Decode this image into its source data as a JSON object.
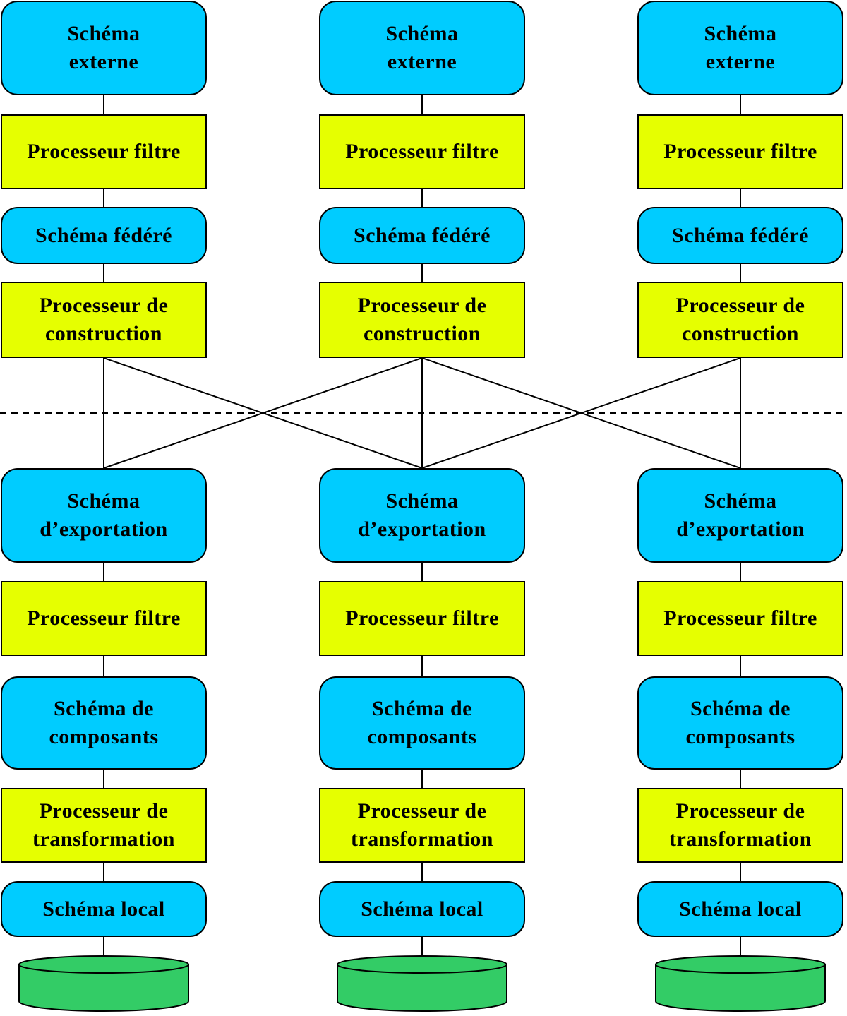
{
  "colors": {
    "schema_fill": "#00ccff",
    "processor_fill": "#e6ff00",
    "database_fill": "#33cc66",
    "line": "#000000"
  },
  "columns": [
    {
      "id": "left",
      "external_schema": "Schéma\nexterne",
      "filter_processor_top": "Processeur filtre",
      "federated_schema": "Schéma fédéré",
      "construction_processor": "Processeur de\nconstruction",
      "export_schema": "Schéma\nd’exportation",
      "filter_processor_bottom": "Processeur filtre",
      "component_schema": "Schéma de\ncomposants",
      "transformation_processor": "Processeur de\ntransformation",
      "local_schema": "Schéma local",
      "database_icon": "database-cylinder-icon"
    },
    {
      "id": "center",
      "external_schema": "Schéma\nexterne",
      "filter_processor_top": "Processeur filtre",
      "federated_schema": "Schéma fédéré",
      "construction_processor": "Processeur de\nconstruction",
      "export_schema": "Schéma\nd’exportation",
      "filter_processor_bottom": "Processeur filtre",
      "component_schema": "Schéma de\ncomposants",
      "transformation_processor": "Processeur de\ntransformation",
      "local_schema": "Schéma local",
      "database_icon": "database-cylinder-icon"
    },
    {
      "id": "right",
      "external_schema": "Schéma\nexterne",
      "filter_processor_top": "Processeur filtre",
      "federated_schema": "Schéma fédéré",
      "construction_processor": "Processeur de\nconstruction",
      "export_schema": "Schéma\nd’exportation",
      "filter_processor_bottom": "Processeur filtre",
      "component_schema": "Schéma de\ncomposants",
      "transformation_processor": "Processeur de\ntransformation",
      "local_schema": "Schéma local",
      "database_icon": "database-cylinder-icon"
    }
  ]
}
